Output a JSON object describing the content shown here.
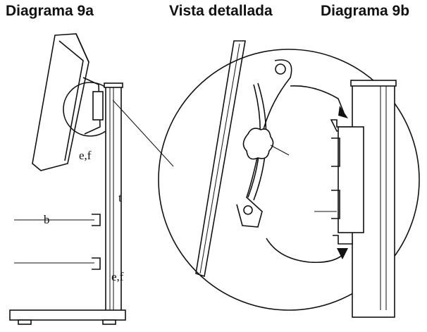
{
  "captions": {
    "diagram_a": "Diagrama 9a",
    "detail": "Vista detallada",
    "diagram_b": "Diagrama 9b"
  },
  "labels": {
    "ef_top": "e,f",
    "t": "t",
    "b": "b",
    "ef_bottom": "e,f"
  }
}
